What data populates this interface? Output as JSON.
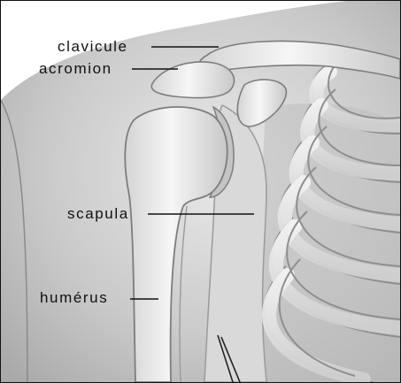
{
  "labels": {
    "clavicule": "clavicule",
    "acromion": "acromion",
    "scapula": "scapula",
    "humerus": "humérus"
  }
}
